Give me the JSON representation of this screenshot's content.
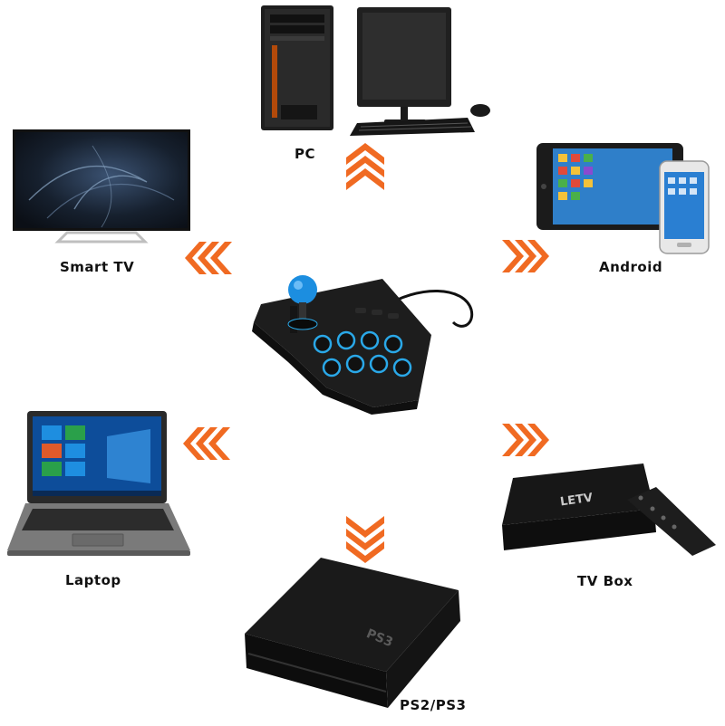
{
  "labels": {
    "pc": "PC",
    "smart_tv": "Smart TV",
    "android": "Android",
    "laptop": "Laptop",
    "tv_box": "TV Box",
    "ps": "PS2/PS3"
  },
  "product_text": {
    "tv_box_brand": "LETV",
    "console_logo": "PS3"
  },
  "icons": {
    "arrow_icon": "orange-chevron-arrow",
    "center": "arcade-joystick-controller"
  },
  "colors": {
    "arrow": "#f06a22",
    "button_glow": "#2aa8e8",
    "joystick_ball": "#1c8ee0",
    "background": "#ffffff"
  }
}
